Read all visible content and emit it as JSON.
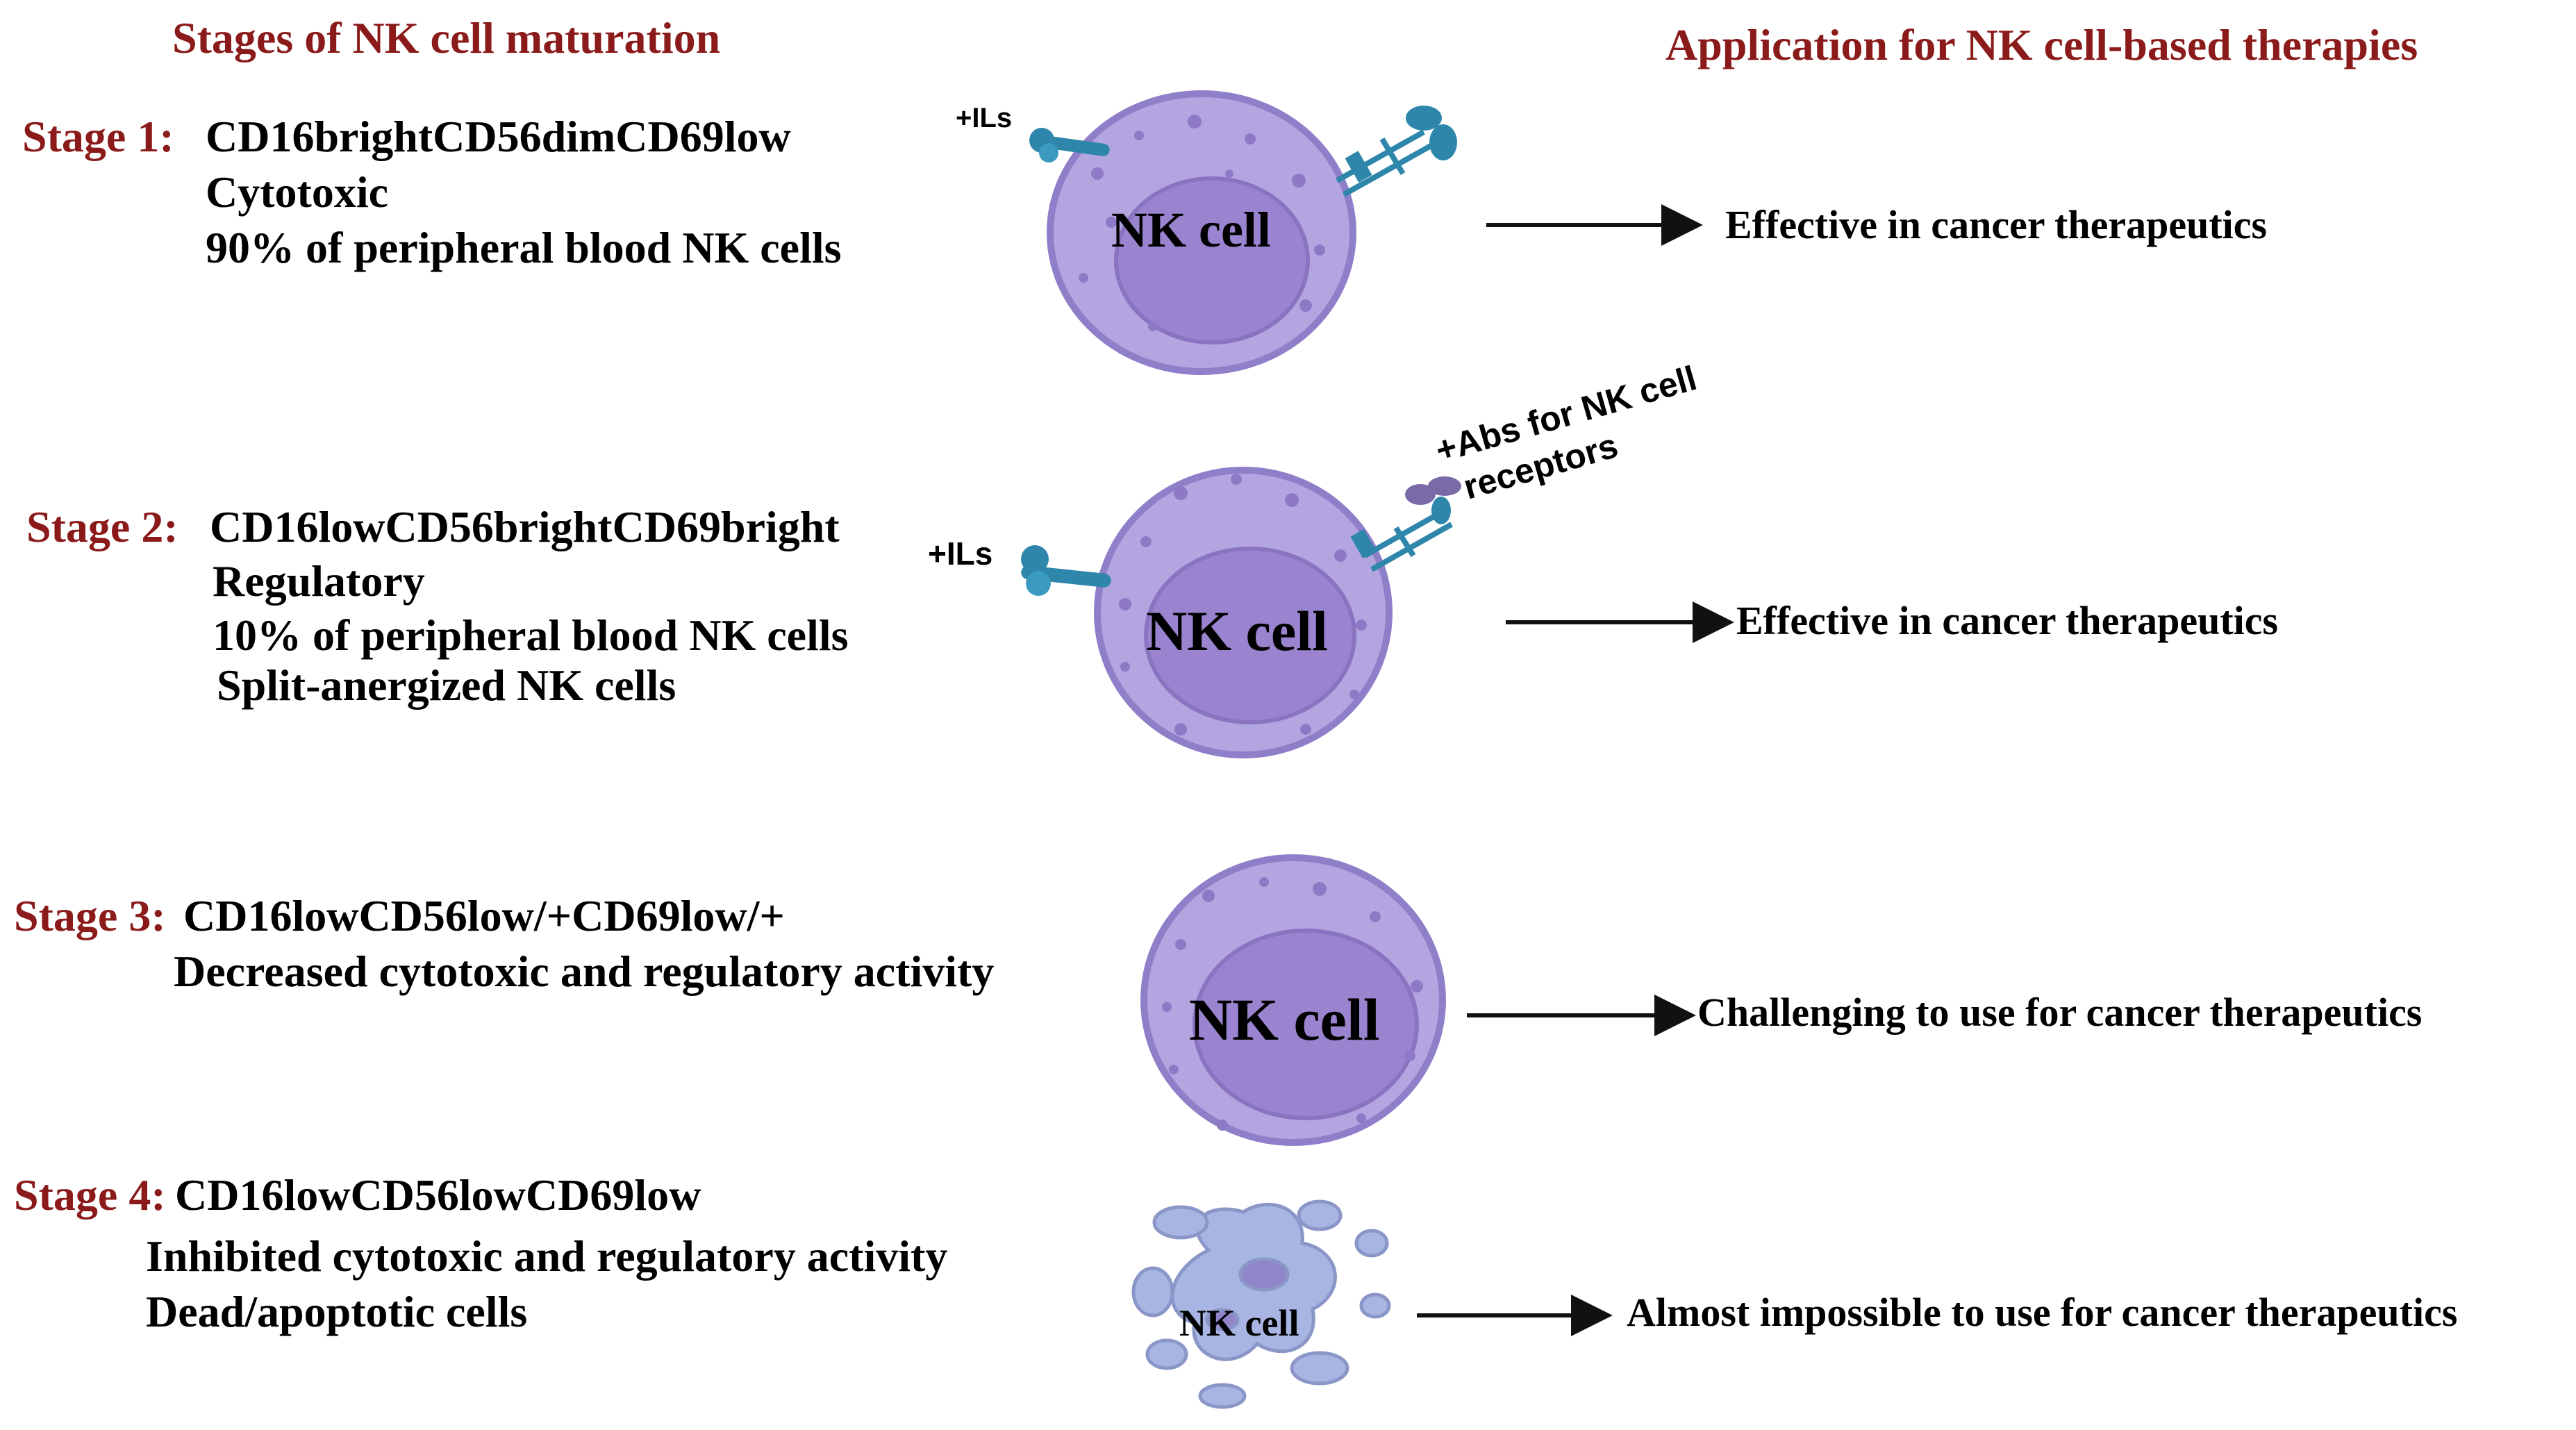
{
  "colors": {
    "heading": "#8b1a1a",
    "cell_fill": "#b3a6e0",
    "cell_border": "#8f7fc9",
    "nucleus_fill": "#9a84cf",
    "dot": "#8e79c6",
    "receptor": "#2e86ab",
    "antibody": "#7a6aa8",
    "dead_cell": "#a8b4e2",
    "arrow": "#111111"
  },
  "headers": {
    "left": "Stages of NK cell maturation",
    "right": "Application for NK cell-based therapies"
  },
  "cell_label": "NK cell",
  "stages": [
    {
      "label": "Stage 1:",
      "marker": "CD16brightCD56dimCD69low",
      "lines": [
        "Cytotoxic",
        "90% of peripheral blood NK cells"
      ],
      "application": "Effective in cancer therapeutics",
      "annotations": [
        "+ILs"
      ]
    },
    {
      "label": "Stage 2:",
      "marker": "CD16lowCD56brightCD69bright",
      "lines": [
        "Regulatory",
        "10% of peripheral blood NK cells",
        "Split-anergized NK cells"
      ],
      "application": "Effective in cancer therapeutics",
      "annotations": [
        "+ILs",
        "+Abs for NK cell",
        "receptors"
      ]
    },
    {
      "label": "Stage 3:",
      "marker": "CD16lowCD56low/+CD69low/+",
      "lines": [
        "Decreased cytotoxic and regulatory activity"
      ],
      "application": "Challenging to use for cancer therapeutics"
    },
    {
      "label": "Stage 4:",
      "marker": "CD16lowCD56lowCD69low",
      "lines": [
        "Inhibited cytotoxic and regulatory activity",
        "Dead/apoptotic cells"
      ],
      "application": "Almost impossible to use for cancer therapeutics"
    }
  ]
}
